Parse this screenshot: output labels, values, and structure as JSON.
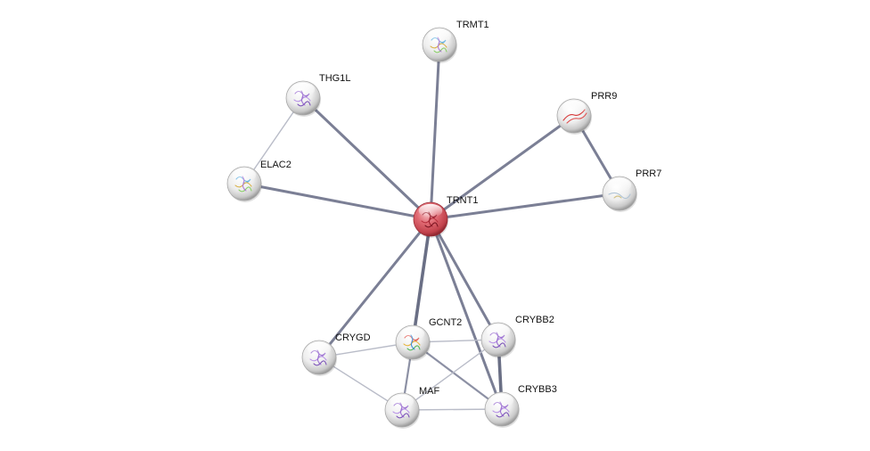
{
  "network": {
    "nodes": [
      {
        "id": "TRNT1",
        "label": "TRNT1",
        "query": true,
        "structure": "rose-structure-icon"
      },
      {
        "id": "TRMT1",
        "label": "TRMT1",
        "query": false,
        "structure": "mixed-structure-icon"
      },
      {
        "id": "THG1L",
        "label": "THG1L",
        "query": false,
        "structure": "violet-structure-icon"
      },
      {
        "id": "ELAC2",
        "label": "ELAC2",
        "query": false,
        "structure": "mixed-structure-icon"
      },
      {
        "id": "PRR9",
        "label": "PRR9",
        "query": false,
        "structure": "red-strand-icon"
      },
      {
        "id": "PRR7",
        "label": "PRR7",
        "query": false,
        "structure": "faint-strand-icon"
      },
      {
        "id": "GCNT2",
        "label": "GCNT2",
        "query": false,
        "structure": "rainbow-structure-icon"
      },
      {
        "id": "CRYBB2",
        "label": "CRYBB2",
        "query": false,
        "structure": "violet-structure-icon"
      },
      {
        "id": "CRYGD",
        "label": "CRYGD",
        "query": false,
        "structure": "violet-structure-icon"
      },
      {
        "id": "MAF",
        "label": "MAF",
        "query": false,
        "structure": "violet-structure-icon"
      },
      {
        "id": "CRYBB3",
        "label": "CRYBB3",
        "query": false,
        "structure": "violet-structure-icon"
      }
    ],
    "edges": [
      {
        "source": "TRNT1",
        "target": "TRMT1",
        "strength": "strong"
      },
      {
        "source": "TRNT1",
        "target": "THG1L",
        "strength": "strong"
      },
      {
        "source": "TRNT1",
        "target": "ELAC2",
        "strength": "strong"
      },
      {
        "source": "TRNT1",
        "target": "PRR9",
        "strength": "strong"
      },
      {
        "source": "TRNT1",
        "target": "PRR7",
        "strength": "strong"
      },
      {
        "source": "TRNT1",
        "target": "GCNT2",
        "strength": "strongest"
      },
      {
        "source": "TRNT1",
        "target": "CRYGD",
        "strength": "strong"
      },
      {
        "source": "TRNT1",
        "target": "CRYBB2",
        "strength": "strong"
      },
      {
        "source": "TRNT1",
        "target": "CRYBB3",
        "strength": "strong"
      },
      {
        "source": "PRR9",
        "target": "PRR7",
        "strength": "strong"
      },
      {
        "source": "THG1L",
        "target": "ELAC2",
        "strength": "weak"
      },
      {
        "source": "CRYBB2",
        "target": "CRYBB3",
        "strength": "strongest"
      },
      {
        "source": "GCNT2",
        "target": "CRYBB3",
        "strength": "medium"
      },
      {
        "source": "GCNT2",
        "target": "MAF",
        "strength": "medium"
      },
      {
        "source": "GCNT2",
        "target": "CRYGD",
        "strength": "weak"
      },
      {
        "source": "GCNT2",
        "target": "CRYBB2",
        "strength": "weak"
      },
      {
        "source": "CRYGD",
        "target": "MAF",
        "strength": "weak"
      },
      {
        "source": "MAF",
        "target": "CRYBB3",
        "strength": "weak"
      },
      {
        "source": "MAF",
        "target": "CRYBB2",
        "strength": "weak"
      }
    ]
  },
  "colors": {
    "query_node": "#d94b55",
    "node": "#e4e4e4",
    "edge_strongest": "#6a6f85",
    "edge_strong": "#7b7f95",
    "edge_medium": "#8c90a4",
    "edge_weak": "#b9bcc8"
  }
}
